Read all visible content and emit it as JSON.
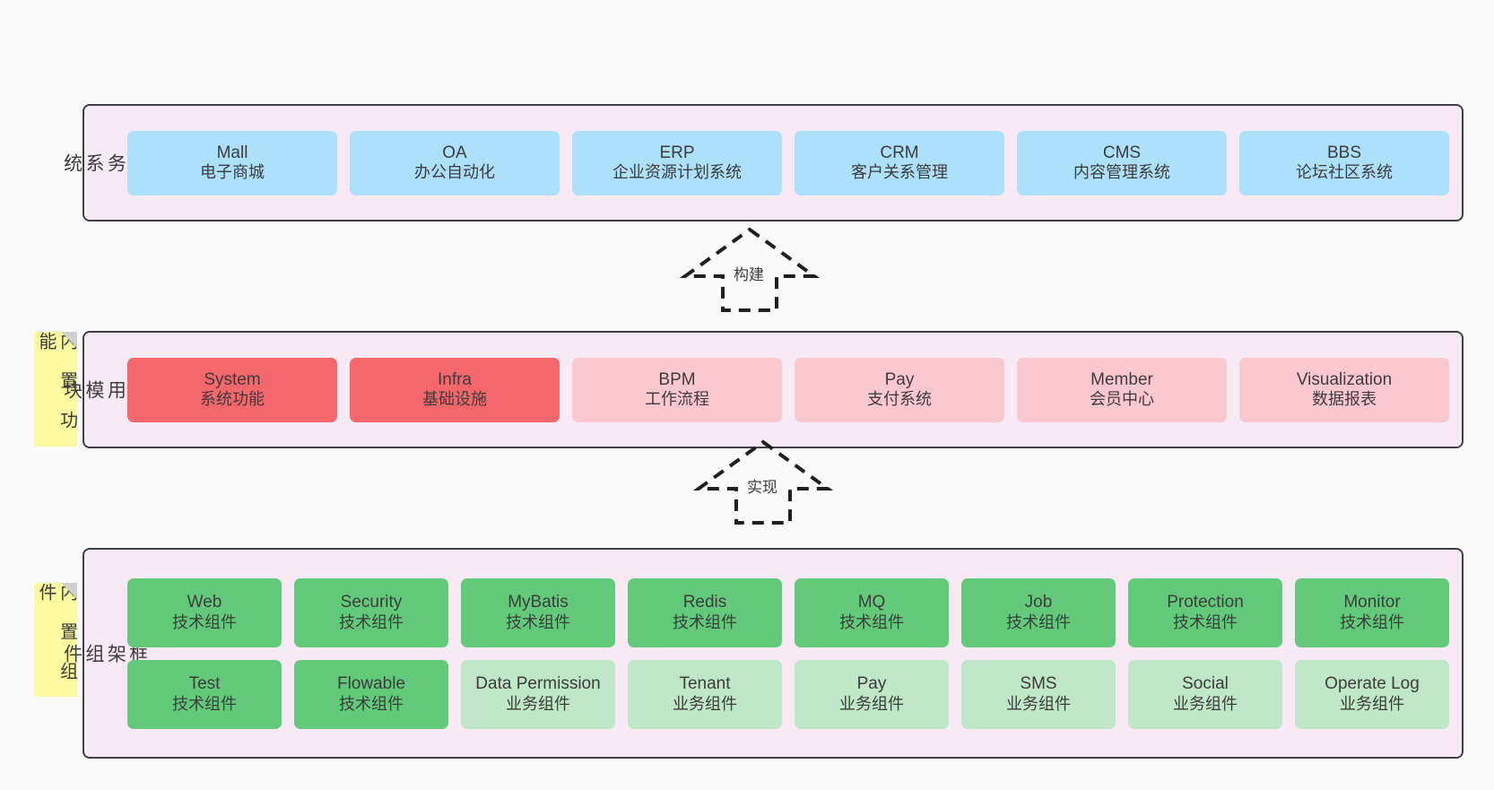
{
  "diagram": {
    "background_color": "#fafafa",
    "panel_color": "#f8eaf4",
    "panel_border_color": "#3f3f46",
    "note_color": "#fcfaa0"
  },
  "layers": [
    {
      "id": "business",
      "title": "业\n务\n系\n统",
      "rows": [
        {
          "cards": [
            {
              "t1": "Mall",
              "t2": "电子商城",
              "color": "#ade0fb"
            },
            {
              "t1": "OA",
              "t2": "办公自动化",
              "color": "#ade0fb"
            },
            {
              "t1": "ERP",
              "t2": "企业资源计划系统",
              "color": "#ade0fb"
            },
            {
              "t1": "CRM",
              "t2": "客户关系管理",
              "color": "#ade0fb"
            },
            {
              "t1": "CMS",
              "t2": "内容管理系统",
              "color": "#ade0fb"
            },
            {
              "t1": "BBS",
              "t2": "论坛社区系统",
              "color": "#ade0fb"
            }
          ]
        }
      ]
    },
    {
      "id": "common",
      "title": "通\n用\n模\n块",
      "note": "内\n置\n功\n能",
      "rows": [
        {
          "cards": [
            {
              "t1": "System",
              "t2": "系统功能",
              "color": "#f4676d"
            },
            {
              "t1": "Infra",
              "t2": "基础设施",
              "color": "#f4676d"
            },
            {
              "t1": "BPM",
              "t2": "工作流程",
              "color": "#fcc8d0"
            },
            {
              "t1": "Pay",
              "t2": "支付系统",
              "color": "#fcc8d0"
            },
            {
              "t1": "Member",
              "t2": "会员中心",
              "color": "#fcc8d0"
            },
            {
              "t1": "Visualization",
              "t2": "数据报表",
              "color": "#fcc8d0"
            }
          ]
        }
      ]
    },
    {
      "id": "framework",
      "title": "框\n架\n组\n件",
      "note": "内\n置\n组\n件",
      "rows": [
        {
          "cards": [
            {
              "t1": "Web",
              "t2": "技术组件",
              "color": "#63ca7c"
            },
            {
              "t1": "Security",
              "t2": "技术组件",
              "color": "#63ca7c"
            },
            {
              "t1": "MyBatis",
              "t2": "技术组件",
              "color": "#63ca7c"
            },
            {
              "t1": "Redis",
              "t2": "技术组件",
              "color": "#63ca7c"
            },
            {
              "t1": "MQ",
              "t2": "技术组件",
              "color": "#63ca7c"
            },
            {
              "t1": "Job",
              "t2": "技术组件",
              "color": "#63ca7c"
            },
            {
              "t1": "Protection",
              "t2": "技术组件",
              "color": "#63ca7c"
            },
            {
              "t1": "Monitor",
              "t2": "技术组件",
              "color": "#63ca7c"
            }
          ]
        },
        {
          "cards": [
            {
              "t1": "Test",
              "t2": "技术组件",
              "color": "#63ca7c"
            },
            {
              "t1": "Flowable",
              "t2": "技术组件",
              "color": "#63ca7c"
            },
            {
              "t1": "Data Permission",
              "t2": "业务组件",
              "color": "#bfe7c8"
            },
            {
              "t1": "Tenant",
              "t2": "业务组件",
              "color": "#bfe7c8"
            },
            {
              "t1": "Pay",
              "t2": "业务组件",
              "color": "#bfe7c8"
            },
            {
              "t1": "SMS",
              "t2": "业务组件",
              "color": "#bfe7c8"
            },
            {
              "t1": "Social",
              "t2": "业务组件",
              "color": "#bfe7c8"
            },
            {
              "t1": "Operate Log",
              "t2": "业务组件",
              "color": "#bfe7c8"
            }
          ]
        }
      ]
    }
  ],
  "connectors": [
    {
      "id": "build",
      "label": "构建"
    },
    {
      "id": "impl",
      "label": "实现"
    }
  ]
}
